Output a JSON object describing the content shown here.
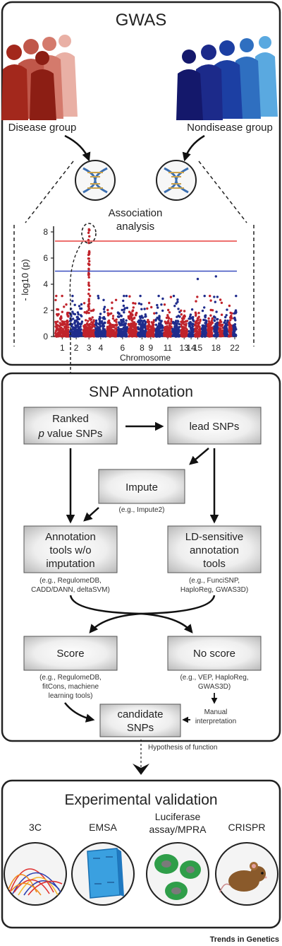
{
  "gwas": {
    "title": "GWAS",
    "disease_group": "Disease group",
    "nondisease_group": "Nondisease group",
    "association_line1": "Association",
    "association_line2": "analysis",
    "colors": {
      "disease": "#a3281c",
      "nondisease": "#1c2a8a",
      "panel_border": "#222222"
    }
  },
  "manhattan": {
    "ylabel": "- log10 (p)",
    "xlabel": "Chromosome",
    "yticks": [
      "0",
      "2",
      "4",
      "6",
      "8"
    ],
    "xticks": [
      "1",
      "2",
      "3",
      "4",
      "6",
      "8",
      "9",
      "11",
      "13",
      "14",
      "15",
      "18",
      "22"
    ],
    "colors": {
      "odd": "#c0232b",
      "even": "#1f2c8c",
      "sig_line": "#e8413f",
      "sug_line": "#3a4fbf"
    }
  },
  "chart_data": {
    "type": "scatter",
    "title": "",
    "xlabel": "Chromosome",
    "ylabel": "- log10 (p)",
    "ylim": [
      0,
      8
    ],
    "genome_wide_significance": 7.3,
    "suggestive_threshold": 5,
    "chromosome_tick_labels": [
      "1",
      "2",
      "3",
      "4",
      "6",
      "8",
      "9",
      "11",
      "13",
      "14",
      "15",
      "18",
      "22"
    ],
    "peak": {
      "chromosome": "3",
      "max_neg_log10_p": 8.2
    },
    "other_notable_points": [
      {
        "chromosome": "15",
        "neg_log10_p": 4.4
      },
      {
        "chromosome": "18",
        "neg_log10_p": 4.6
      }
    ]
  },
  "snp": {
    "title": "SNP Annotation",
    "ranked_line1": "Ranked",
    "ranked_line2_italic": "p",
    "ranked_line2_rest": " value SNPs",
    "lead": "lead SNPs",
    "impute": "Impute",
    "impute_eg": "(e.g., Impute2)",
    "annot_line1": "Annotation",
    "annot_line2": "tools w/o",
    "annot_line3": "imputation",
    "annot_eg1": "(e.g., RegulomeDB,",
    "annot_eg2": "CADD/DANN, deltaSVM)",
    "ld_line1": "LD-sensitive",
    "ld_line2": "annotation",
    "ld_line3": "tools",
    "ld_eg1": "(e.g., FunciSNP,",
    "ld_eg2": "HaploReg, GWAS3D)",
    "score": "Score",
    "score_eg1": "(e.g., RegulomeDB,",
    "score_eg2": "fitCons, machiene",
    "score_eg3": "learning tools)",
    "noscore": "No score",
    "noscore_eg1": "(e.g., VEP, HaploReg,",
    "noscore_eg2": "GWAS3D)",
    "candidate_line1": "candidate",
    "candidate_line2": "SNPs",
    "manual_line1": "Manual",
    "manual_line2": "interpretation",
    "hypothesis": "Hypothesis of function"
  },
  "experimental": {
    "title": "Experimental validation",
    "m3c": "3C",
    "emsa": "EMSA",
    "luc_line1": "Luciferase",
    "luc_line2": "assay/MPRA",
    "crispr": "CRISPR"
  },
  "footer": {
    "brand": "Trends in Genetics"
  }
}
